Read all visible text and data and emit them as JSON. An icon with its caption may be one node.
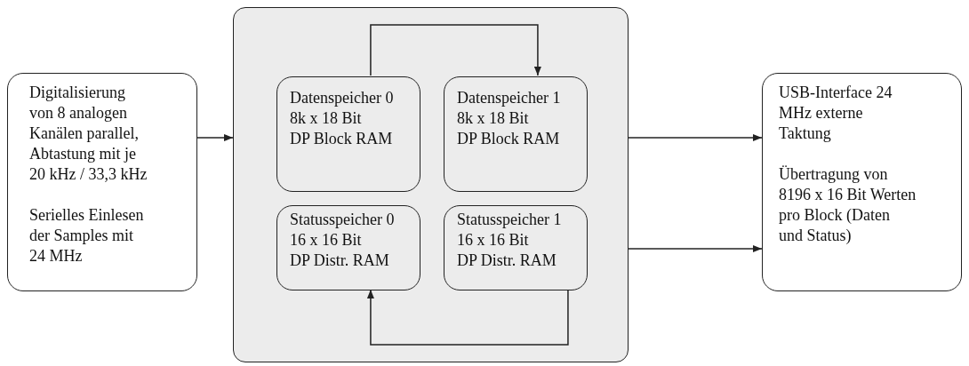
{
  "diagram": {
    "nodes": [
      {
        "text": [
          "Digitalisierung von 8 analogen Kanälen parallel, Abtastung mit je 20 kHz / 33,3 kHz",
          "Serielles Einlesen der Samples mit 24 MHz"
        ]
      },
      {
        "text": [],
        "shape": "box"
      },
      {
        "text": [
          "Datenspeicher 0",
          "8k x 18 Bit",
          "DP Block RAM"
        ],
        "in": 1
      },
      {
        "text": [
          "Datenspeicher 1",
          "8k x 18 Bit",
          "DP Block RAM"
        ],
        "in": 1
      },
      {
        "text": [
          "Statusspeicher 0",
          "16 x 16 Bit",
          "DP Distr. RAM"
        ],
        "in": 1
      },
      {
        "text": [
          "Statusspeicher 1",
          "16 x 16 Bit",
          "DP Distr. RAM"
        ],
        "in": 1
      },
      {
        "text": [
          "USB-Interface 24 MHz externe Taktung",
          "Übertragung von 8196 x 16 Bit Werten pro Block (Daten und Status)"
        ]
      }
    ],
    "edges": [
      {
        "from": 0,
        "to": 1,
        "arrow": "to"
      },
      {
        "from": 1,
        "to": 6,
        "arrow": "to"
      },
      {
        "from": 1,
        "to": 6,
        "arrow": "to"
      },
      {
        "from": 2,
        "to": 3,
        "arrow": "to"
      },
      {
        "from": 5,
        "to": 4,
        "arrow": "to"
      }
    ]
  }
}
